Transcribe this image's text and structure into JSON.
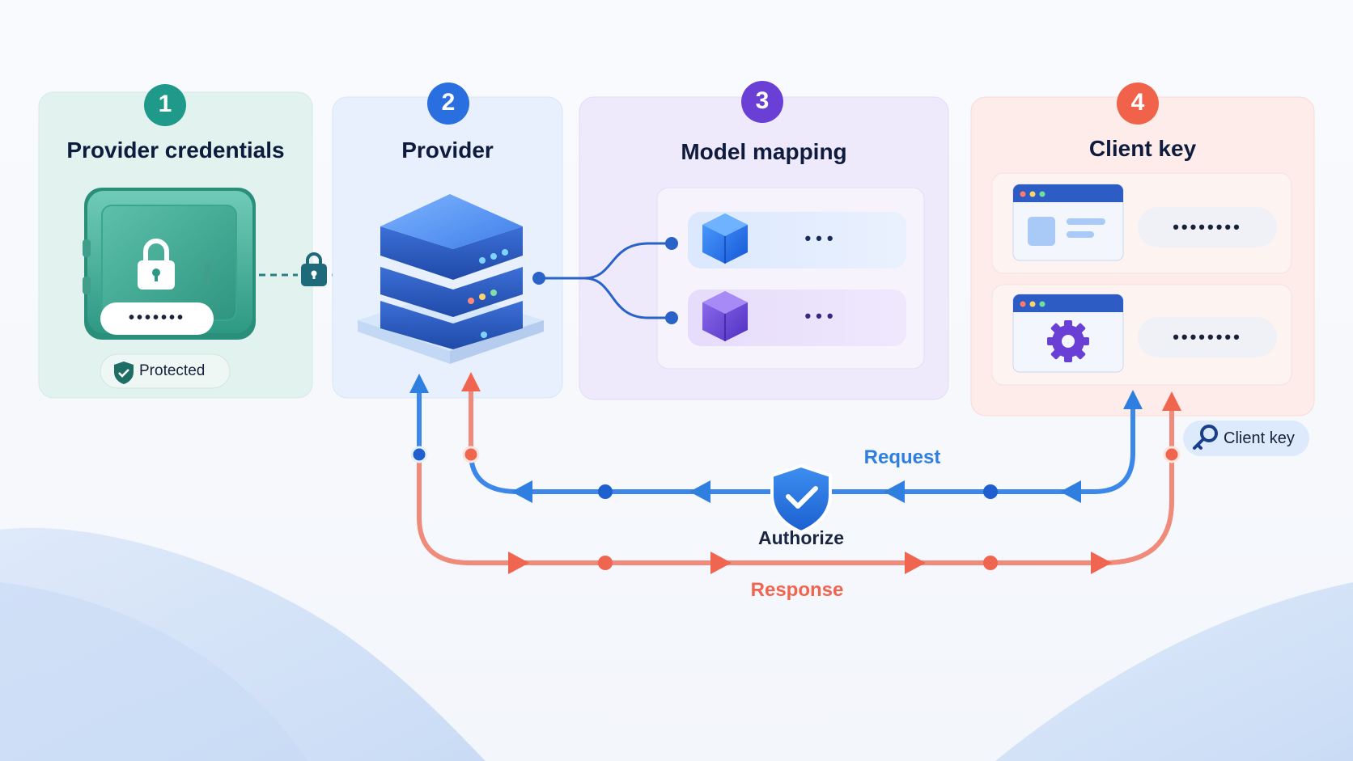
{
  "steps": [
    {
      "number": "1",
      "title": "Provider credentials",
      "color": "#1f9a8a"
    },
    {
      "number": "2",
      "title": "Provider",
      "color": "#2a6fe0"
    },
    {
      "number": "3",
      "title": "Model mapping",
      "color": "#6a3fd6"
    },
    {
      "number": "4",
      "title": "Client key",
      "color": "#f0624a"
    }
  ],
  "credentials": {
    "secret_mask": "•••••••",
    "badge": "Protected"
  },
  "mapping": {
    "row1_dots": "•••",
    "row2_dots": "•••"
  },
  "client": {
    "key1_mask": "••••••••",
    "key2_mask": "••••••••",
    "tag": "Client key"
  },
  "flow": {
    "request": "Request",
    "authorize": "Authorize",
    "response": "Response"
  },
  "icons": [
    "lock-icon",
    "server-icon",
    "cube-icon",
    "browser-window-icon",
    "gear-icon",
    "shield-check-icon",
    "key-icon"
  ]
}
